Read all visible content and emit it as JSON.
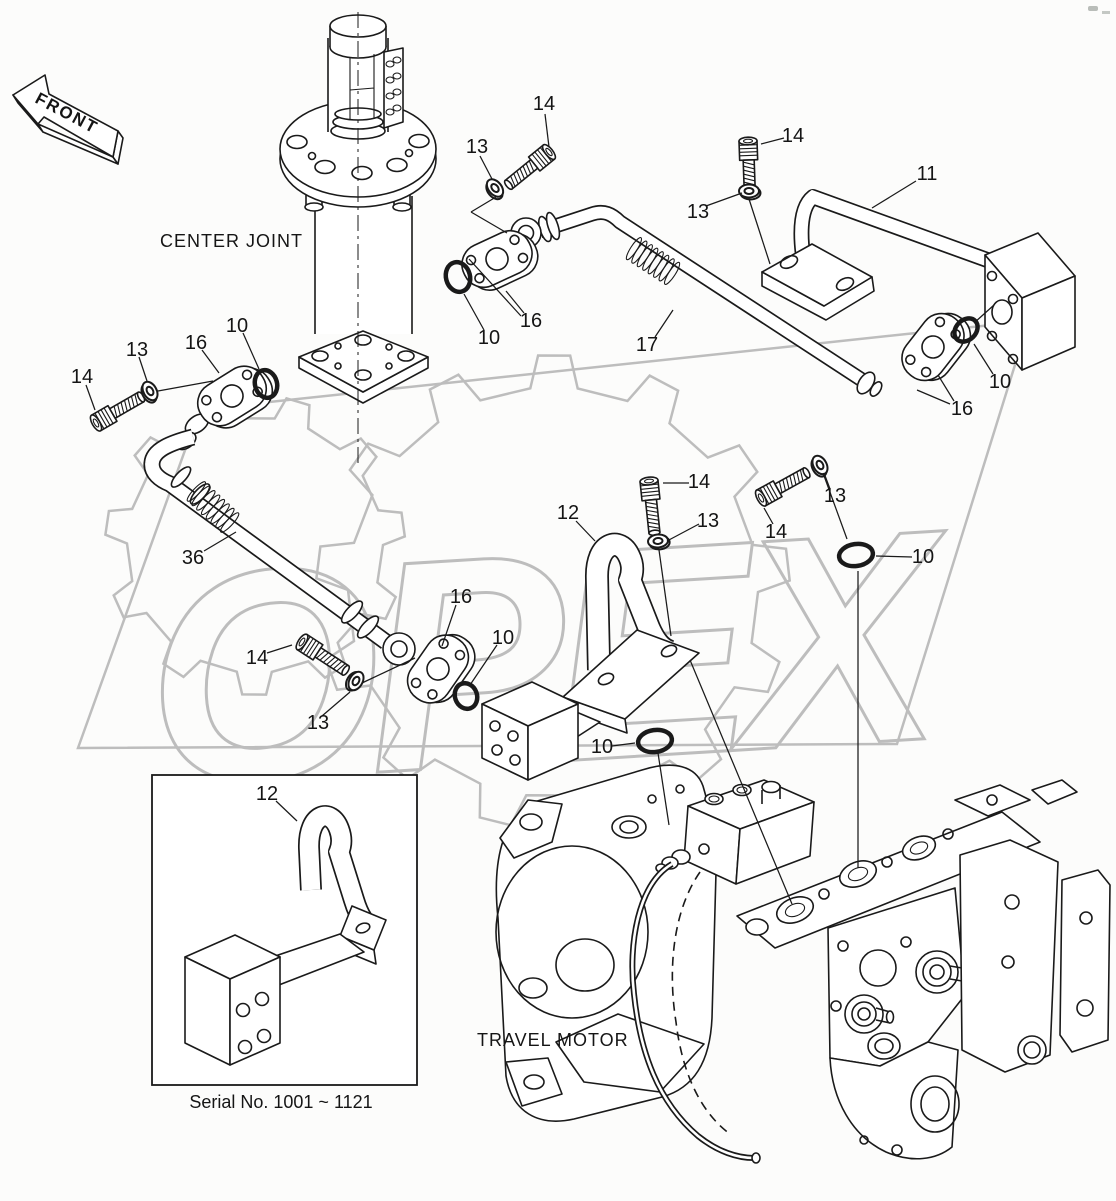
{
  "labels": {
    "front": "FRONT",
    "center_joint": "CENTER JOINT",
    "travel_motor": "TRAVEL MOTOR",
    "inset_caption": "Serial No. 1001 ~ 1121"
  },
  "watermark": {
    "text": "OPEX"
  },
  "callouts": [
    "14",
    "13",
    "14",
    "13",
    "11",
    "16",
    "10",
    "17",
    "10",
    "16",
    "10",
    "16",
    "13",
    "14",
    "36",
    "12",
    "14",
    "13",
    "14",
    "13",
    "10",
    "16",
    "14",
    "10",
    "13",
    "10",
    "12"
  ],
  "colors": {
    "line": "#1a1a1a",
    "watermark": "#bdbdbd",
    "background": "#fcfcfb"
  }
}
